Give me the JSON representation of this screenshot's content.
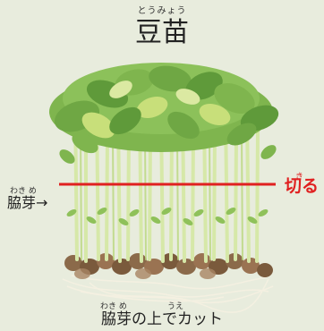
{
  "title": {
    "ruby": "とうみょう",
    "text": "豆苗"
  },
  "cut_label": {
    "ruby": "き",
    "text": "切る"
  },
  "axillary_label": {
    "ruby": "わき め",
    "text": "脇芽→"
  },
  "caption": {
    "ruby_waki_me": "わき め",
    "ruby_ue": "うえ",
    "text": "脇芽の上でカット"
  },
  "colors": {
    "background": "#e8ecdd",
    "leaf_dark": "#5f9a3a",
    "leaf_mid": "#7fb54e",
    "leaf_light": "#c8df7a",
    "stem": "#d6e8a8",
    "cut_line": "#e02020",
    "bean": "#8b6a4a"
  },
  "icons": {
    "arrow": "right-arrow"
  }
}
